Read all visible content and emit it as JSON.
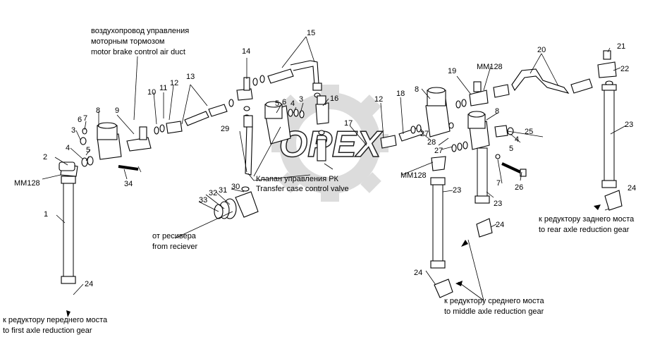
{
  "watermark": "OPEX",
  "captions": {
    "motor_brake_ru_1": "воздухопровод управления",
    "motor_brake_ru_2": "моторным тормозом",
    "motor_brake_en": "motor brake control air duct",
    "transfer_case_ru": "Клапан управления РК",
    "transfer_case_en": "Transfer case control valve",
    "receiver_ru": "от ресивера",
    "receiver_en": "from reciever",
    "front_axle_ru": "к редуктору переднего моста",
    "front_axle_en": "to first axle reduction gear",
    "middle_axle_ru": "к редуктору среднего моста",
    "middle_axle_en": "to middle axle reduction gear",
    "rear_axle_ru": "к редуктору заднего моста",
    "rear_axle_en": "to rear axle reduction gear"
  },
  "labels": {
    "mm128": "MM128",
    "n1": "1",
    "n2": "2",
    "n3": "3",
    "n4": "4",
    "n5": "5",
    "n6": "6",
    "n7": "7",
    "n8": "8",
    "n9": "9",
    "n10": "10",
    "n11": "11",
    "n12": "12",
    "n13": "13",
    "n14": "14",
    "n15": "15",
    "n16": "16",
    "n17": "17",
    "n18": "18",
    "n19": "19",
    "n20": "20",
    "n21": "21",
    "n22": "22",
    "n23": "23",
    "n24": "24",
    "n25": "25",
    "n26": "26",
    "n27": "27",
    "n28": "28",
    "n29": "29",
    "n30": "30",
    "n31": "31",
    "n32": "32",
    "n33": "33",
    "n34": "34"
  }
}
